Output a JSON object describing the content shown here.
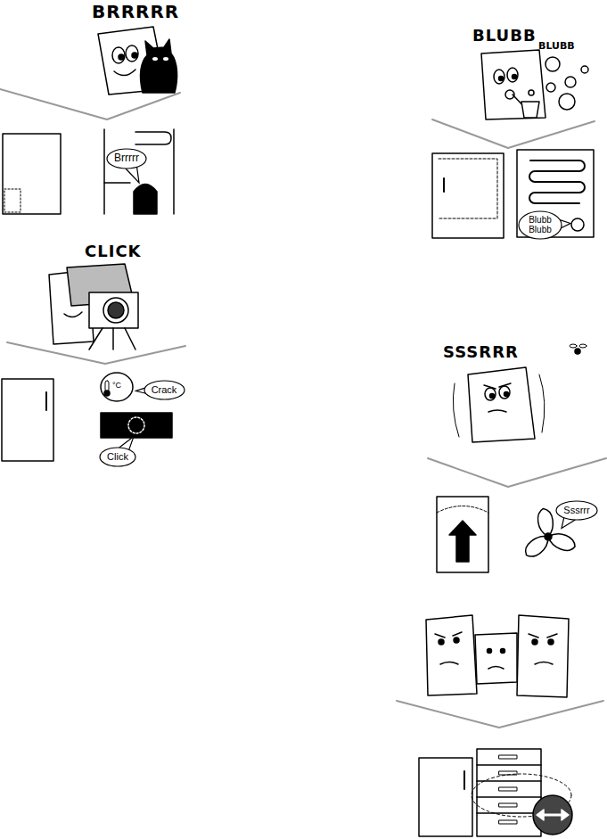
{
  "diagram": {
    "nodes": [
      {
        "text": [
          "Brrrrr"
        ]
      },
      {
        "text": [
          "Blubb Blubb"
        ]
      },
      {
        "text": [
          "Crack"
        ]
      },
      {
        "text": [
          "Click"
        ]
      },
      {
        "text": [
          "Sssrrr"
        ]
      }
    ],
    "labels": [
      "BRRRRR",
      "BLUBB",
      "BLUBB",
      "CLICK",
      "°C",
      "SSSRRR"
    ]
  }
}
